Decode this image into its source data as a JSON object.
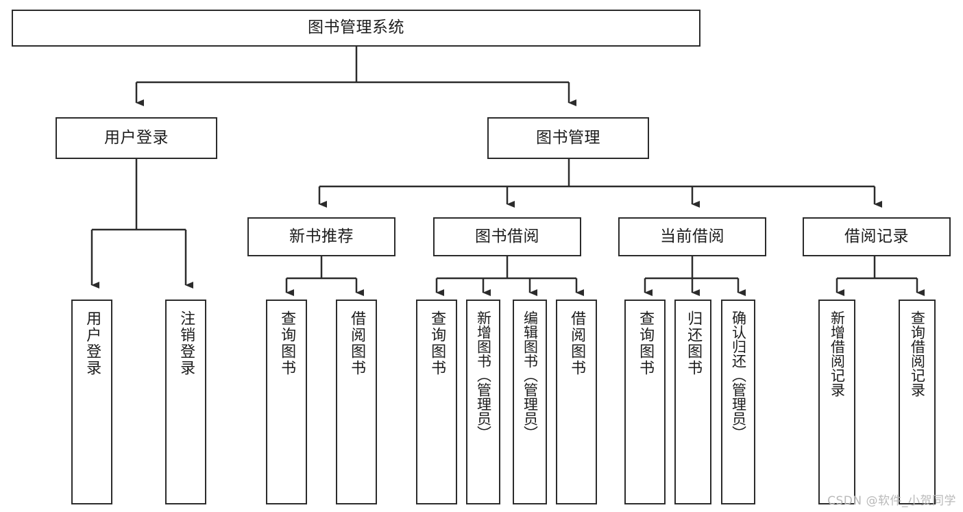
{
  "diagram": {
    "title": "图书管理系统",
    "type": "tree-hierarchy-diagram",
    "watermark": "CSDN @软件_小贺同学",
    "colors": {
      "box_border": "#2b2b2b",
      "box_fill": "#ffffff",
      "edge": "#2b2b2b",
      "text": "#1c1c1c",
      "watermark": "#b9b9b9",
      "background": "#ffffff"
    },
    "nodes": {
      "root": {
        "label": "图书管理系统"
      },
      "level2": [
        {
          "id": "user-login",
          "label": "用户登录"
        },
        {
          "id": "book-management",
          "label": "图书管理"
        }
      ],
      "level3": [
        {
          "id": "new-book-recommend",
          "label": "新书推荐"
        },
        {
          "id": "book-borrow",
          "label": "图书借阅"
        },
        {
          "id": "current-borrow",
          "label": "当前借阅"
        },
        {
          "id": "borrow-record",
          "label": "借阅记录"
        }
      ],
      "leaves": {
        "user_login": [
          {
            "id": "leaf-user-login",
            "label": "用户登录"
          },
          {
            "id": "leaf-user-logout",
            "label": "注销登录"
          }
        ],
        "new_book_recommend": [
          {
            "id": "leaf-query-book-1",
            "label": "查询图书"
          },
          {
            "id": "leaf-borrow-book-1",
            "label": "借阅图书"
          }
        ],
        "book_borrow": [
          {
            "id": "leaf-query-book-2",
            "label": "查询图书"
          },
          {
            "id": "leaf-add-book",
            "label": "新增图书（管理员）"
          },
          {
            "id": "leaf-edit-book",
            "label": "编辑图书（管理员）"
          },
          {
            "id": "leaf-borrow-book-2",
            "label": "借阅图书"
          }
        ],
        "current_borrow": [
          {
            "id": "leaf-query-book-3",
            "label": "查询图书"
          },
          {
            "id": "leaf-return-book",
            "label": "归还图书"
          },
          {
            "id": "leaf-confirm-return",
            "label": "确认归还（管理员）"
          }
        ],
        "borrow_record": [
          {
            "id": "leaf-add-record",
            "label": "新增借阅记录"
          },
          {
            "id": "leaf-query-record",
            "label": "查询借阅记录"
          }
        ]
      }
    }
  }
}
